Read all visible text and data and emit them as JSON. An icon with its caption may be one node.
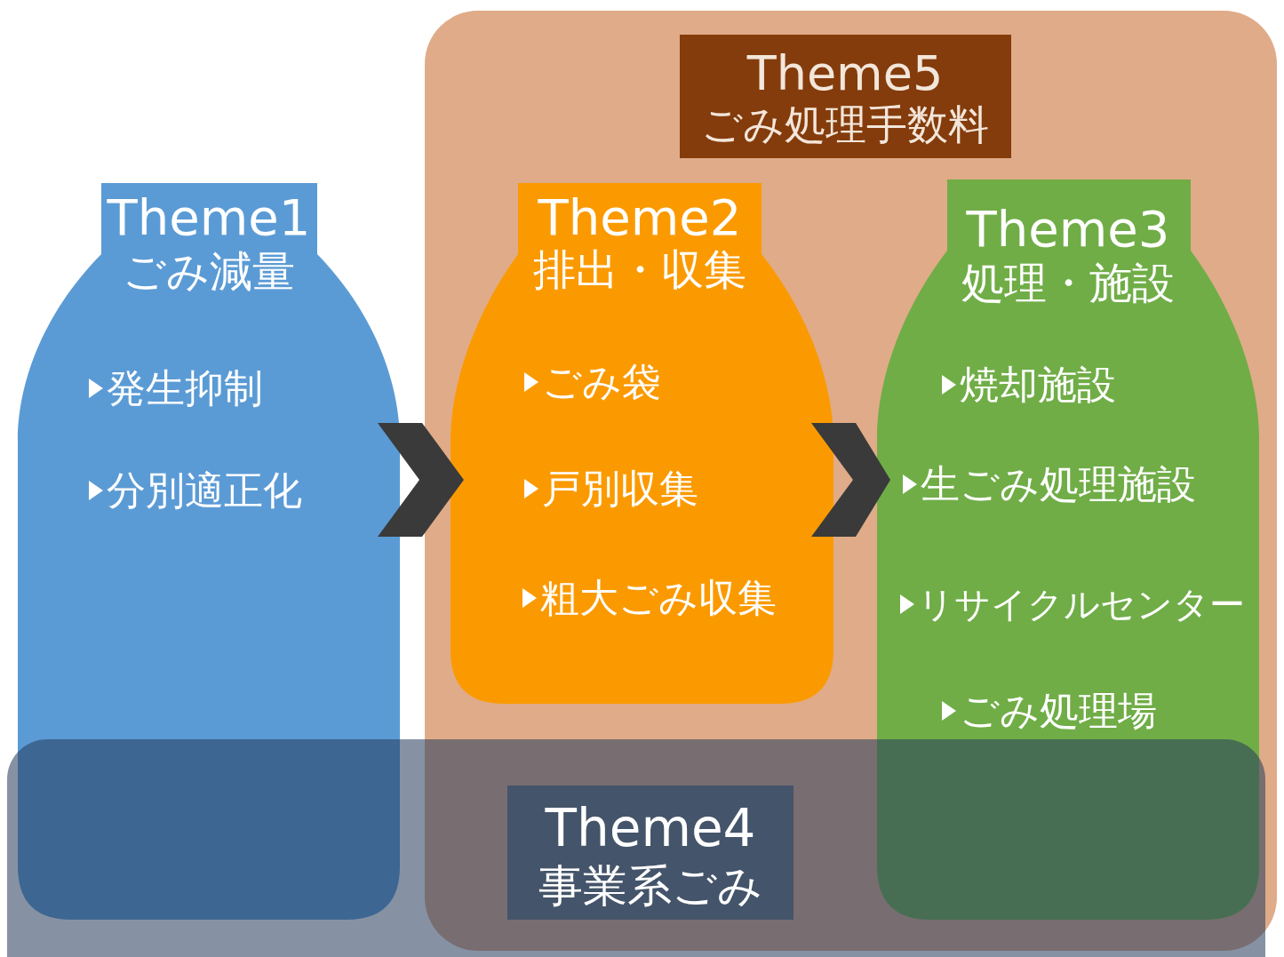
{
  "diagram": {
    "nodes": [
      {
        "text": [
          "Theme5",
          "ごみ処理手数料"
        ]
      },
      {
        "text": [
          "Theme1",
          "ごみ減量",
          "発生抑制",
          "分別適正化"
        ]
      },
      {
        "text": [
          "Theme2",
          "排出・収集",
          "ごみ袋",
          "戸別収集",
          "粗大ごみ収集"
        ],
        "in": 0
      },
      {
        "text": [
          "Theme3",
          "処理・施設",
          "焼却施設",
          "生ごみ処理施設",
          "リサイクルセンター",
          "ごみ処理場"
        ],
        "in": 0
      },
      {
        "text": [
          "Theme4",
          "事業系ごみ"
        ]
      }
    ],
    "edges": [
      {
        "from": 1,
        "to": 2,
        "arrow": "to"
      },
      {
        "from": 2,
        "to": 3,
        "arrow": "to"
      }
    ]
  }
}
